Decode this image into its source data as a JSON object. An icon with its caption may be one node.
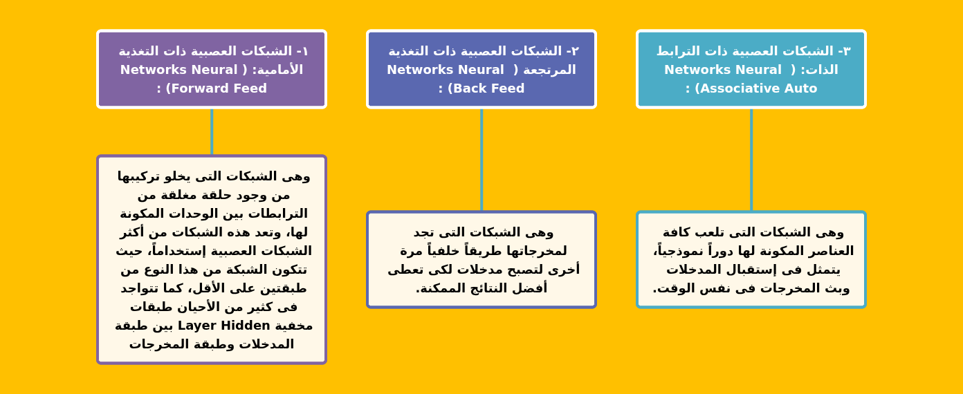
{
  "diagram": {
    "nodes": [
      {
        "text": [
          "١- الشبكات العصبية ذات التغذية الأمامية: (Networks Neural Forward Feed) :"
        ]
      },
      {
        "text": [
          "وهى الشبكات التى يخلو تركيبها من وجود حلقة مغلقة من الترابطات بين الوحدات المكونة لها، وتعد هذه الشبكات من أكثر الشبكات العصبية إستخداماً، حيث تتكون الشبكة من هذا النوع من طبقتين على الأقل، كما تتواجد فى كثير من الأحيان طبقات مخفية Layer Hidden بين طبقة المدخلات وطبقة المخرجات"
        ]
      },
      {
        "text": [
          "٢- الشبكات العصبية ذات التغذية المرتجعة ( Networks Neural Back Feed) :"
        ]
      },
      {
        "text": [
          "وهى الشبكات التى تجد لمخرجاتها طريقاً خلفياً مرة أخرى لتصبح مدخلات لكى تعطى أفضل النتائج الممكنة."
        ]
      },
      {
        "text": [
          "٣- الشبكات العصبية ذات الترابط الذات: ( Networks Neural Associative Auto) :"
        ]
      },
      {
        "text": [
          "وهى الشبكات التى تلعب كافة العناصر المكونة لها دوراً نموذجياً، يتمثل فى إستقبال المدخلات وبث المخرجات فى نفس الوقت."
        ]
      }
    ],
    "edges": [
      {
        "from": 0,
        "to": 1,
        "arrow": "none"
      },
      {
        "from": 2,
        "to": 3,
        "arrow": "none"
      },
      {
        "from": 4,
        "to": 5,
        "arrow": "none"
      }
    ]
  }
}
